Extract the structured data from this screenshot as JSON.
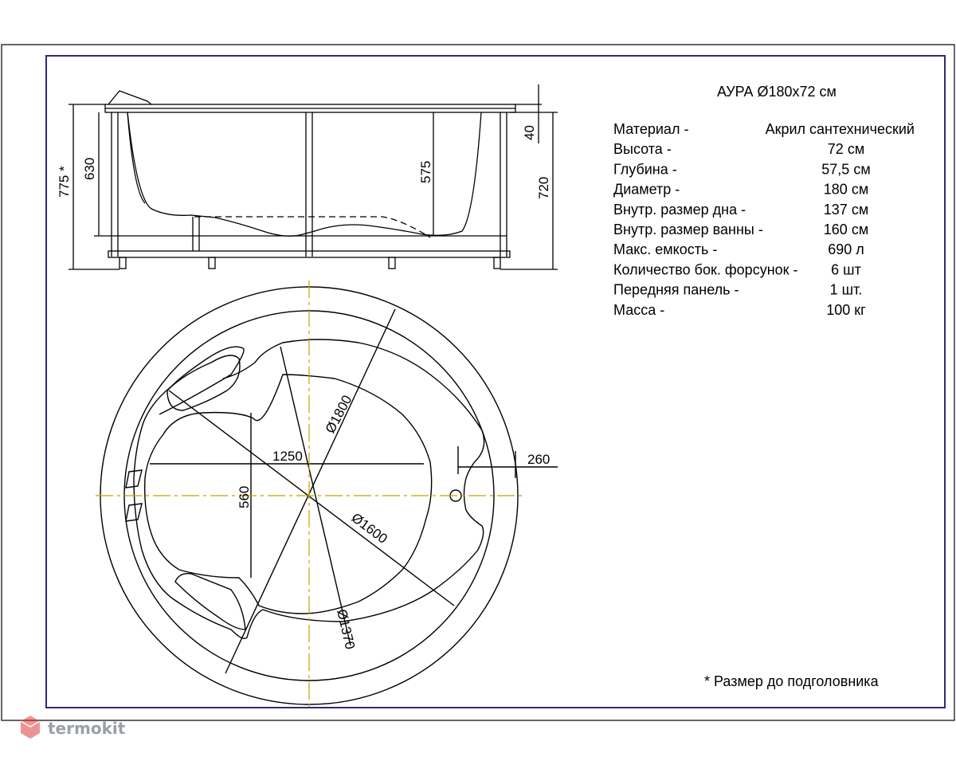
{
  "product_title": "АУРА Ø180х72 см",
  "specs": [
    {
      "label": "Материал -",
      "value": "Акрил сантехнический"
    },
    {
      "label": "Высота -",
      "value": "72 см"
    },
    {
      "label": "Глубина -",
      "value": "57,5 см"
    },
    {
      "label": "Диаметр -",
      "value": "180 см"
    },
    {
      "label": "Внутр. размер дна -",
      "value": "137 см"
    },
    {
      "label": "Внутр. размер ванны -",
      "value": "160 см"
    },
    {
      "label": "Макс. емкость -",
      "value": "690 л"
    },
    {
      "label": "Количество бок. форсунок -",
      "value": "6 шт"
    },
    {
      "label": "Передняя панель -",
      "value": "1 шт."
    },
    {
      "label": "Масса -",
      "value": "100 кг"
    }
  ],
  "footnote": "*  Размер до подголовника",
  "side_view_dims": {
    "overall_height": "775 *",
    "inner_height": "630",
    "depth": "575",
    "height": "720",
    "rim": "40"
  },
  "top_view_dims": {
    "outer_diameter": "Ø1800",
    "inner_diameter": "Ø1600",
    "bottom_diameter": "Ø1370",
    "length": "1250",
    "width": "560",
    "offset": "260"
  },
  "watermark": "termokit",
  "colors": {
    "frame_border": "#2b2b7a",
    "centerline": "#c8a000",
    "watermark": "#9aa0a6",
    "watermark_logo": "#e03a3a"
  }
}
